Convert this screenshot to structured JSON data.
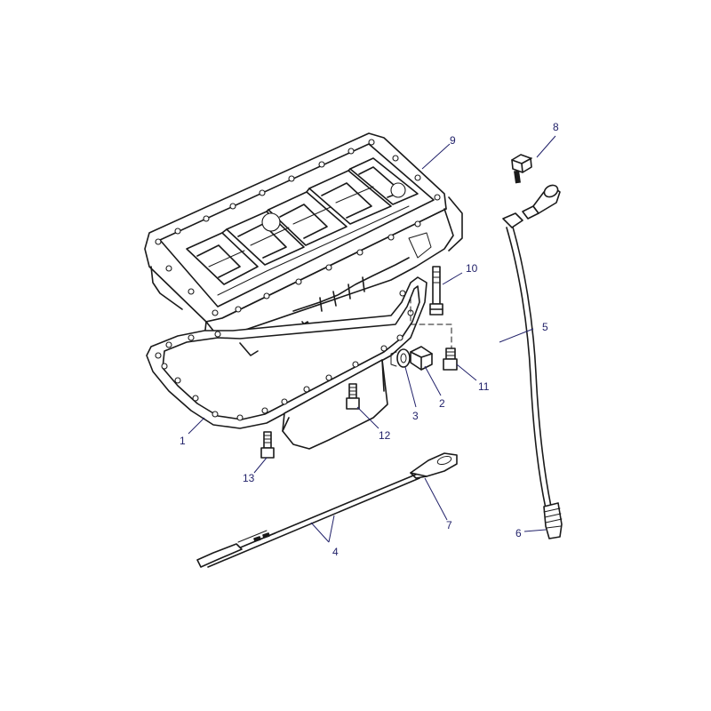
{
  "callouts": [
    {
      "id": "c1",
      "label": "1"
    },
    {
      "id": "c2",
      "label": "2"
    },
    {
      "id": "c3",
      "label": "3"
    },
    {
      "id": "c4",
      "label": "4"
    },
    {
      "id": "c5",
      "label": "5"
    },
    {
      "id": "c6",
      "label": "6"
    },
    {
      "id": "c7",
      "label": "7"
    },
    {
      "id": "c8",
      "label": "8"
    },
    {
      "id": "c9",
      "label": "9"
    },
    {
      "id": "c10",
      "label": "10"
    },
    {
      "id": "c11",
      "label": "11"
    },
    {
      "id": "c12",
      "label": "12"
    },
    {
      "id": "c13",
      "label": "13"
    }
  ],
  "colors": {
    "ink": "#1a1a1a",
    "callout": "#22226a",
    "background": "#ffffff"
  }
}
